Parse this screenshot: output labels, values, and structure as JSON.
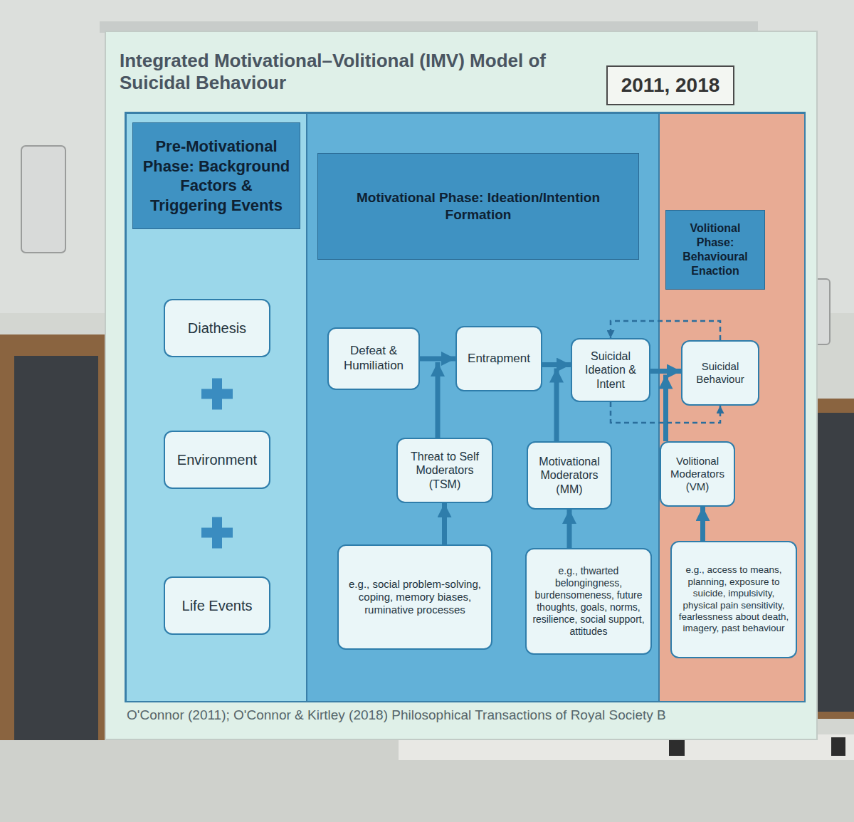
{
  "diagram": {
    "title": "Integrated Motivational–Volitional (IMV) Model of Suicidal Behaviour",
    "caption": "O'Connor (2011); O'Connor & Kirtley (2018) Philosophical Transactions of Royal Society B",
    "nodes": [
      {
        "text": [
          "2011, 2018"
        ]
      },
      {
        "text": [
          "Pre-Motivational Phase: Background Factors & Triggering Events"
        ]
      },
      {
        "text": [
          "Diathesis"
        ],
        "in": 1
      },
      {
        "text": [
          "Environment"
        ],
        "in": 1
      },
      {
        "text": [
          "Life Events"
        ],
        "in": 1
      },
      {
        "text": [
          "Motivational Phase: Ideation/Intention Formation"
        ]
      },
      {
        "text": [
          "Defeat & Humiliation"
        ],
        "in": 5
      },
      {
        "text": [
          "Entrapment"
        ],
        "in": 5
      },
      {
        "text": [
          "Suicidal Ideation & Intent"
        ],
        "in": 5
      },
      {
        "text": [
          "Threat to Self Moderators (TSM)"
        ],
        "in": 5
      },
      {
        "text": [
          "Motivational Moderators (MM)"
        ],
        "in": 5
      },
      {
        "text": [
          "e.g., social problem-solving, coping, memory biases, ruminative processes"
        ],
        "in": 5
      },
      {
        "text": [
          "e.g., thwarted belongingness, burdensomeness, future thoughts, goals, norms, resilience, social support, attitudes"
        ],
        "in": 5
      },
      {
        "text": [
          "Volitional Phase: Behavioural Enaction"
        ]
      },
      {
        "text": [
          "Suicidal Behaviour"
        ],
        "in": 13
      },
      {
        "text": [
          "Volitional Moderators (VM)"
        ],
        "in": 13
      },
      {
        "text": [
          "e.g., access to means, planning, exposure to suicide, impulsivity, physical pain sensitivity, fearlessness about death, imagery, past behaviour"
        ],
        "in": 13
      }
    ],
    "edges": [
      {
        "from": 6,
        "to": 7,
        "arrow": "to"
      },
      {
        "from": 7,
        "to": 8,
        "arrow": "to"
      },
      {
        "from": 8,
        "to": 14,
        "arrow": "to"
      },
      {
        "from": 11,
        "to": 9,
        "arrow": "to"
      },
      {
        "from": 12,
        "to": 10,
        "arrow": "to"
      },
      {
        "from": 16,
        "to": 15,
        "arrow": "to"
      },
      {
        "from": 14,
        "to": 8,
        "arrow": "to"
      },
      {
        "from": 8,
        "to": 14,
        "arrow": "to"
      }
    ]
  }
}
